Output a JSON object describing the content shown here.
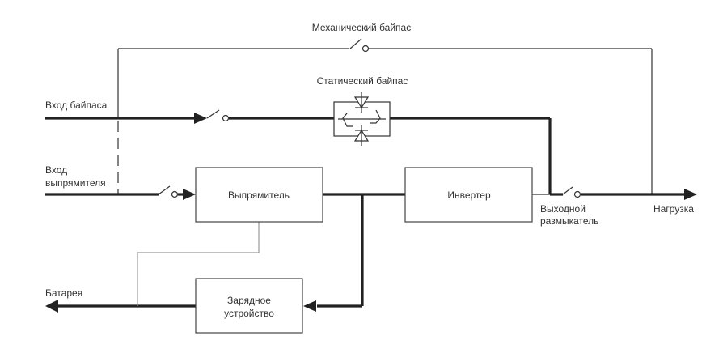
{
  "labels": {
    "mechanical_bypass": "Механический байпас",
    "static_bypass": "Статический байпас",
    "bypass_input": "Вход байпаса",
    "rectifier_input_line1": "Вход",
    "rectifier_input_line2": "выпрямителя",
    "output_switch_line1": "Выходной",
    "output_switch_line2": "размыкатель",
    "load": "Нагрузка",
    "battery": "Батарея"
  },
  "blocks": {
    "rectifier": "Выпрямитель",
    "inverter": "Инвертер",
    "charger_line1": "Зарядное",
    "charger_line2": "устройство"
  },
  "colors": {
    "line": "#222222",
    "thin_line": "#333333",
    "battery_link": "#9a9a9a",
    "text": "#333333"
  }
}
